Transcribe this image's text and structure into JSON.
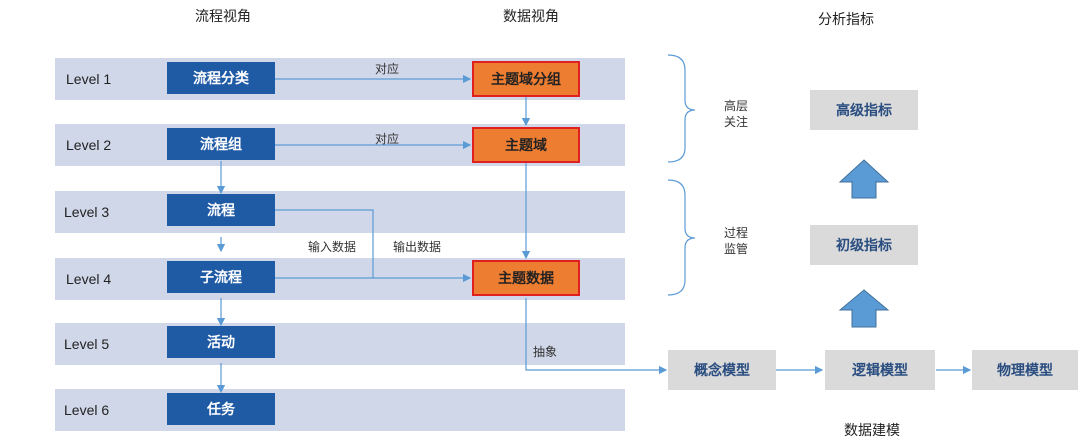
{
  "headings": {
    "process_view": "流程视角",
    "data_view": "数据视角",
    "analysis_metrics": "分析指标",
    "data_modeling": "数据建模"
  },
  "levels": [
    {
      "label": "Level  1",
      "process": "流程分类",
      "data": "主题域分组"
    },
    {
      "label": "Level  2",
      "process": "流程组",
      "data": "主题域"
    },
    {
      "label": "Level  3",
      "process": "流程",
      "data": ""
    },
    {
      "label": "Level  4",
      "process": "子流程",
      "data": "主题数据"
    },
    {
      "label": "Level  5",
      "process": "活动",
      "data": ""
    },
    {
      "label": "Level  6",
      "process": "任务",
      "data": ""
    }
  ],
  "connectors": {
    "correspond_1": "对应",
    "correspond_2": "对应",
    "input_data": "输入数据",
    "output_data": "输出数据",
    "abstract": "抽象"
  },
  "brackets": {
    "upper": "高层\n关注",
    "lower": "过程\n监管"
  },
  "metrics": {
    "advanced": "高级指标",
    "basic": "初级指标"
  },
  "models": {
    "conceptual": "概念模型",
    "logical": "逻辑模型",
    "physical": "物理模型"
  },
  "colors": {
    "band": "#d0d7e9",
    "process_box": "#1f5aa5",
    "data_box": "#ed7d31",
    "data_box_border": "#e02020",
    "line": "#5b9bd5",
    "up_arrow": "#5b9bd5",
    "grey_box": "#dadada"
  }
}
